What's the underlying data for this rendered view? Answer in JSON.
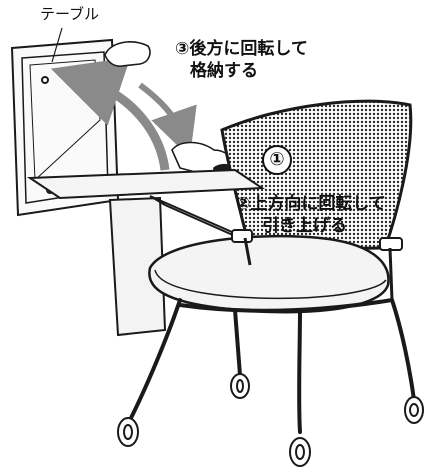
{
  "labels": {
    "table": "テーブル",
    "step1_marker": "①",
    "step2_marker": "②",
    "step2_line1": "上方向に回転して",
    "step2_line2": "引き上げる",
    "step3_marker": "③",
    "step3_line1": "後方に回転して",
    "step3_line2": "格納する"
  },
  "colors": {
    "outline": "#1a1a1a",
    "arrow_gray": "#8a8a8a",
    "mesh": "#2a2a2a",
    "seat": "#f4f4f4"
  },
  "icons": [
    "hand-icon",
    "rotation-arrow-icon",
    "caster-wheel-icon"
  ]
}
